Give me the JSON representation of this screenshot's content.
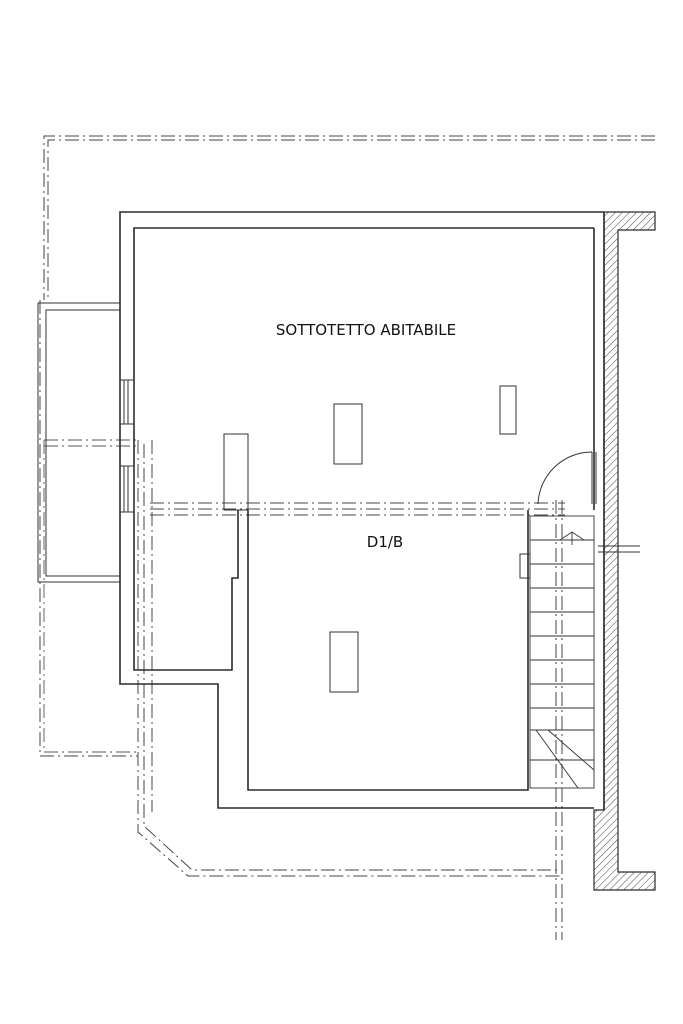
{
  "plan": {
    "rooms": [
      {
        "id": "attic",
        "label": "SOTTOTETTO ABITABILE"
      },
      {
        "id": "unit",
        "label": "D1/B"
      }
    ],
    "colors": {
      "line": "#2b2b2b",
      "hatch": "#555555",
      "background": "#ffffff"
    }
  }
}
